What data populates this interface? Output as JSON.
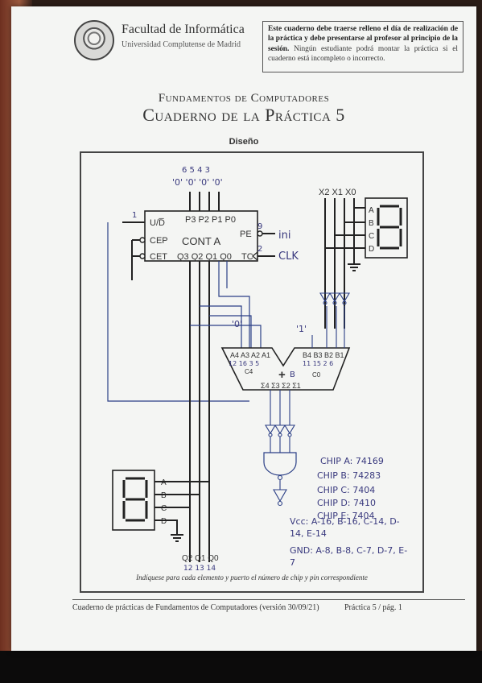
{
  "header": {
    "faculty": "Facultad de Informática",
    "university": "Universidad Complutense de Madrid",
    "notice_bold": "Este cuaderno debe traerse relleno el día de realización de la práctica y debe presentarse al profesor al principio de la sesión.",
    "notice_rest": "Ningún estudiante podrá montar la práctica si el cuaderno está incompleto o incorrecto."
  },
  "titles": {
    "course": "Fundamentos de Computadores",
    "practice": "Cuaderno de la Práctica 5",
    "section": "Diseño"
  },
  "circuit": {
    "counter": {
      "name": "CONT A",
      "ud": "U/D̅",
      "cep": "CEP",
      "cet": "CET",
      "p_pins": "P3 P2 P1 P0",
      "pe": "PE",
      "q_pins": "Q3 Q2 Q1 Q0",
      "tc": "TC",
      "p_pin_numbers": "6 5 4 3",
      "p_inputs": "'0' '0' '0' '0'",
      "pe_pin": "9",
      "pe_signal": "ini",
      "clk_pin": "2",
      "clk_signal": "CLK",
      "ud_pin": "1"
    },
    "x_inputs": "X2 X1 X0",
    "display_top_inputs": [
      "A",
      "B",
      "C",
      "D"
    ],
    "display_bottom_inputs": [
      "A",
      "B",
      "C",
      "D"
    ],
    "adder": {
      "a_pins": "A4 A3 A2 A1",
      "b_pins": "B4 B3 B2 B1",
      "sum_pins": "Σ4 Σ3 Σ2 Σ1",
      "plus": "+",
      "block": "B",
      "a_const": "'0'",
      "b_const": "'1'",
      "carry_in": "C0",
      "carry_out": "C4",
      "a_pin_numbers": "12 16 3 5",
      "b_pin_numbers": "11 15 2 6"
    },
    "bottom_outputs": "Q2 Q1 Q0",
    "bottom_pin_numbers": "12 13 14",
    "notes": {
      "chip_a": "CHIP A: 74169",
      "chip_b": "CHIP B: 74283",
      "chip_c": "CHIP C: 7404",
      "chip_d": "CHIP D: 7410",
      "chip_e": "CHIP E: 7404",
      "vcc": "Vcc: A-16, B-16, C-14, D-14, E-14",
      "gnd": "GND: A-8, B-8, C-7, D-7, E-7"
    }
  },
  "instruction": "Indíquese para cada elemento y puerto el número de chip y pin correspondiente",
  "footer": {
    "left": "Cuaderno de prácticas de Fundamentos de Computadores (versión 30/09/21)",
    "right": "Práctica 5 / pág. 1"
  }
}
